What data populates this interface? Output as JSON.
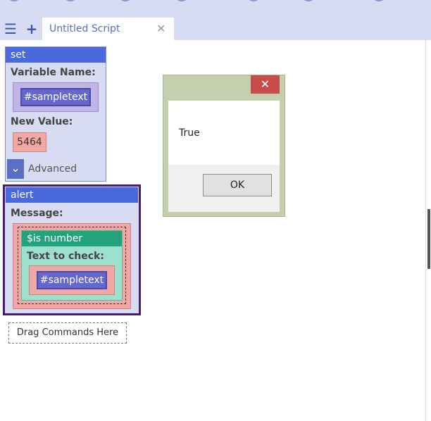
{
  "toolbar": {
    "menu_icon": "☰",
    "add_icon": "+",
    "tab_title": "Untitled Script",
    "tab_close": "✕"
  },
  "set_block": {
    "header": "set",
    "variable_name_label": "Variable Name:",
    "variable_value": "#sampletext",
    "new_value_label": "New Value:",
    "new_value": "5464",
    "advanced_icon": "⌄",
    "advanced_label": "Advanced"
  },
  "alert_block": {
    "header": "alert",
    "message_label": "Message:",
    "is_number_header": "$is number",
    "text_to_check_label": "Text to check:",
    "variable_value": "#sampletext"
  },
  "drop_zone": {
    "label": "Drag Commands Here"
  },
  "dialog": {
    "close_icon": "✕",
    "message": "True",
    "ok_label": "OK"
  },
  "colors": {
    "accent_blue": "#3f51b5",
    "set_header": "#4a69dd",
    "alert_header": "#4a69dd",
    "is_number_header": "#22a37e",
    "variable_pill": "#6666cc",
    "dialog_close": "#c94c4c"
  }
}
